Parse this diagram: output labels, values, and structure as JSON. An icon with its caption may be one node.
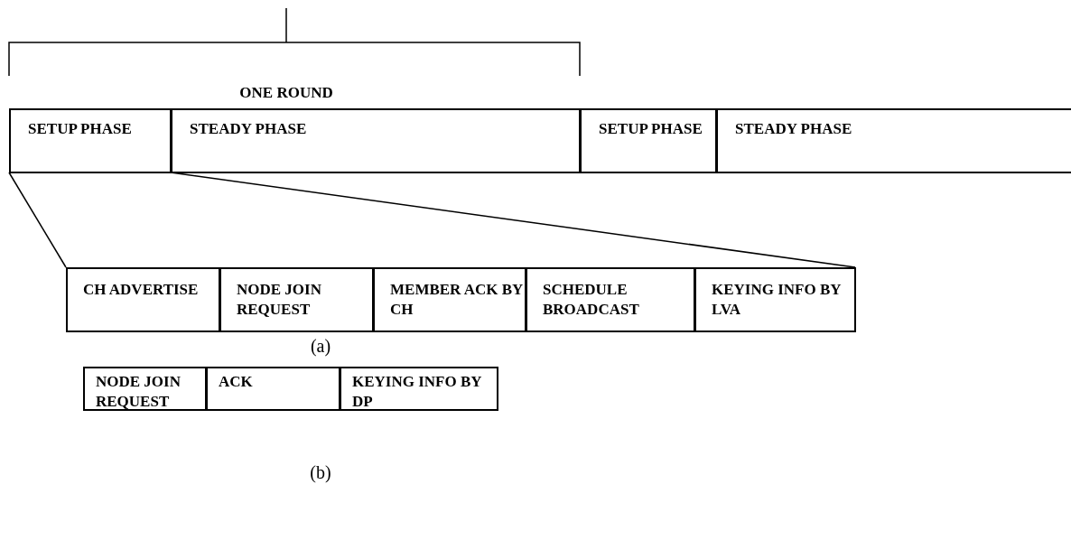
{
  "diagram": {
    "nodes": [
      {
        "text": [
          "SETUP PHASE"
        ]
      },
      {
        "text": [
          "STEADY PHASE"
        ]
      },
      {
        "text": [
          "SETUP PHASE"
        ]
      },
      {
        "text": [
          "STEADY PHASE"
        ]
      },
      {
        "text": [
          "CH ADVERTISE"
        ]
      },
      {
        "text": [
          "NODE JOIN REQUEST"
        ]
      },
      {
        "text": [
          "MEMBER ACK BY CH"
        ]
      },
      {
        "text": [
          "SCHEDULE BROADCAST"
        ]
      },
      {
        "text": [
          "KEYING INFO BY LVA"
        ]
      },
      {
        "text": [
          "NODE JOIN REQUEST"
        ]
      },
      {
        "text": [
          "ACK"
        ]
      },
      {
        "text": [
          "KEYING INFO BY DP"
        ]
      }
    ],
    "edges": [
      {
        "from": 0,
        "to": 4,
        "arrow": "none"
      },
      {
        "from": 0,
        "to": 8,
        "arrow": "none"
      }
    ],
    "labels": [
      "ONE ROUND",
      "(a)",
      "(b)"
    ]
  }
}
